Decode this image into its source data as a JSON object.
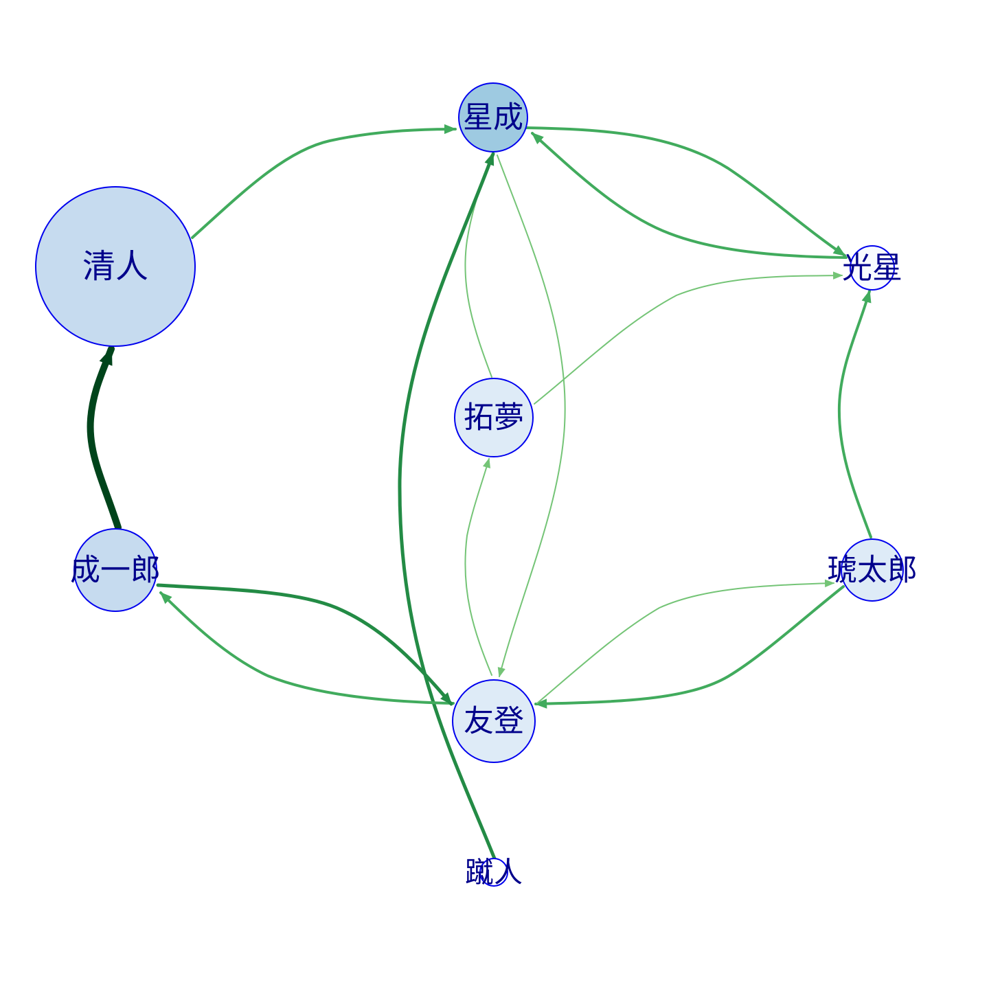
{
  "nodes": [
    {
      "id": "seisei",
      "label": "星成",
      "fill": "#9ecae1"
    },
    {
      "id": "kiyoto",
      "label": "清人",
      "fill": "#c6dbef"
    },
    {
      "id": "kousei",
      "label": "光星",
      "fill": "#f7fbff"
    },
    {
      "id": "takumu",
      "label": "拓夢",
      "fill": "#deebf7"
    },
    {
      "id": "seiichiro",
      "label": "成一郎",
      "fill": "#c6dbef"
    },
    {
      "id": "kotaro",
      "label": "琥太郎",
      "fill": "#deebf7"
    },
    {
      "id": "yuto",
      "label": "友登",
      "fill": "#deebf7"
    },
    {
      "id": "shuto",
      "label": "蹴人",
      "fill": "#ffffff"
    }
  ],
  "edges": [
    {
      "id": "kiyoto-seisei",
      "from": "kiyoto",
      "to": "seisei",
      "color": "#41ab5d"
    },
    {
      "id": "seisei-kousei",
      "from": "seisei",
      "to": "kousei",
      "color": "#41ab5d"
    },
    {
      "id": "kousei-seisei",
      "from": "kousei",
      "to": "seisei",
      "color": "#41ab5d"
    },
    {
      "id": "seisei-yuto",
      "from": "seisei",
      "to": "yuto",
      "color": "#74c476"
    },
    {
      "id": "takumu-seisei",
      "from": "takumu",
      "to": "seisei",
      "color": "#74c476"
    },
    {
      "id": "takumu-kousei",
      "from": "takumu",
      "to": "kousei",
      "color": "#74c476"
    },
    {
      "id": "yuto-takumu",
      "from": "yuto",
      "to": "takumu",
      "color": "#74c476"
    },
    {
      "id": "shuto-seisei",
      "from": "shuto",
      "to": "seisei",
      "color": "#238b45"
    },
    {
      "id": "seiichiro-kiyoto",
      "from": "seiichiro",
      "to": "kiyoto",
      "color": "#00441b"
    },
    {
      "id": "yuto-seiichiro",
      "from": "yuto",
      "to": "seiichiro",
      "color": "#41ab5d"
    },
    {
      "id": "seiichiro-yuto",
      "from": "seiichiro",
      "to": "yuto",
      "color": "#238b45"
    },
    {
      "id": "kotaro-kousei",
      "from": "kotaro",
      "to": "kousei",
      "color": "#41ab5d"
    },
    {
      "id": "kotaro-yuto",
      "from": "kotaro",
      "to": "yuto",
      "color": "#41ab5d"
    },
    {
      "id": "yuto-kotaro",
      "from": "yuto",
      "to": "kotaro",
      "color": "#74c476"
    }
  ]
}
